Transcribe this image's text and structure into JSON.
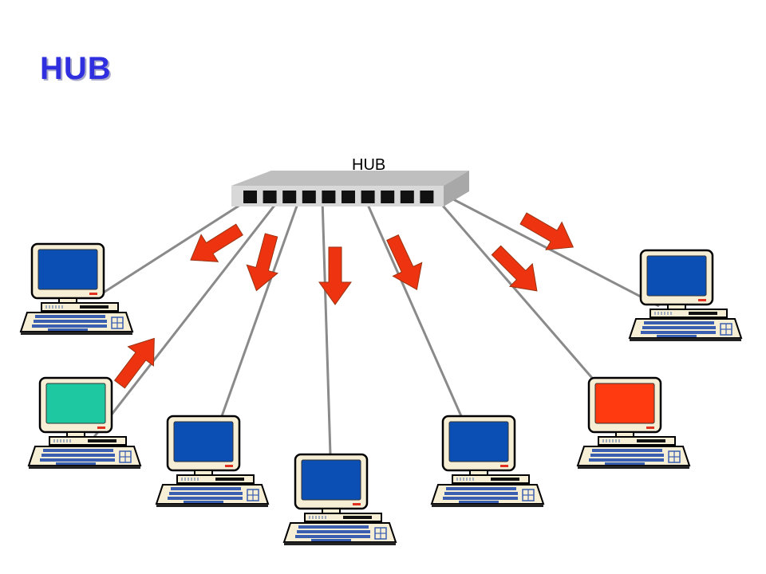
{
  "title": "HUB",
  "hub": {
    "label": "HUB",
    "port_count": 10
  },
  "colors": {
    "title": "#2f2fe0",
    "cable": "#8a8a8a",
    "arrow": "#ee3311",
    "screen_default": "#0b4fb5",
    "screen_sender": "#1ec8a0",
    "screen_receiver": "#ff3a10",
    "case": "#f7eed6"
  },
  "computers": [
    {
      "id": "pc-1",
      "screen": "default"
    },
    {
      "id": "pc-2",
      "screen": "sender"
    },
    {
      "id": "pc-3",
      "screen": "default"
    },
    {
      "id": "pc-4",
      "screen": "default"
    },
    {
      "id": "pc-5",
      "screen": "default"
    },
    {
      "id": "pc-6",
      "screen": "receiver"
    },
    {
      "id": "pc-7",
      "screen": "default"
    }
  ]
}
